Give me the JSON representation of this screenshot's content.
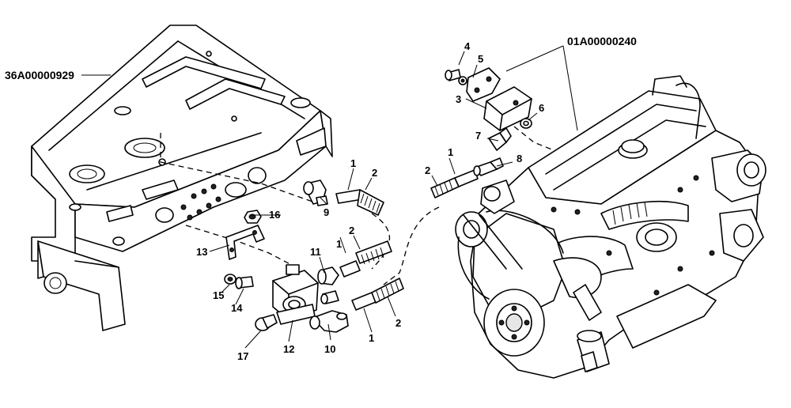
{
  "references": {
    "frame_ref": "36A00000929",
    "engine_ref": "01A00000240"
  },
  "callouts": {
    "c1a": "1",
    "c2a": "2",
    "c1b": "1",
    "c2b": "2",
    "c1c": "1",
    "c2c": "2",
    "c1d": "1",
    "c2d": "2",
    "c3": "3",
    "c4": "4",
    "c5": "5",
    "c6": "6",
    "c7": "7",
    "c8": "8",
    "c9": "9",
    "c10": "10",
    "c11": "11",
    "c12": "12",
    "c13": "13",
    "c14": "14",
    "c15": "15",
    "c16": "16",
    "c17": "17"
  }
}
